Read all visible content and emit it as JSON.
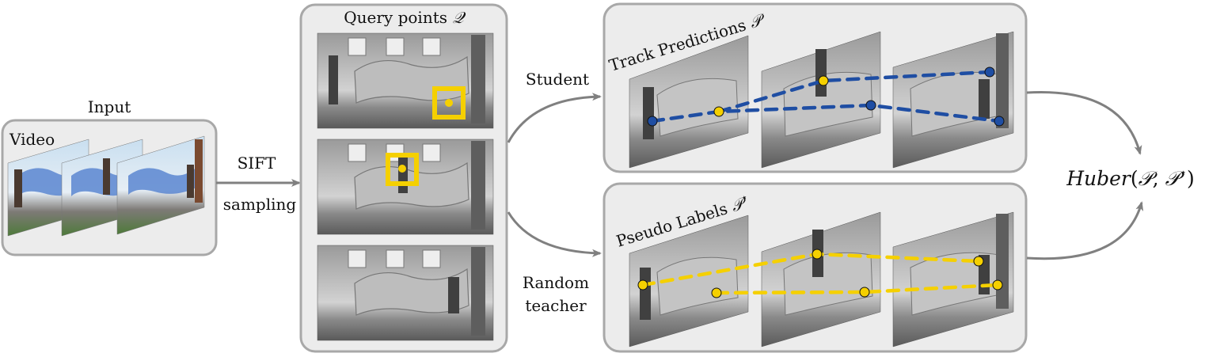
{
  "input": {
    "title": "Input",
    "video_label": "Video"
  },
  "sampling": {
    "line1": "SIFT",
    "line2": "sampling"
  },
  "query": {
    "title_text": "Query points ",
    "title_symbol": "𝒬"
  },
  "branches": {
    "student": "Student",
    "teacher_line1": "Random",
    "teacher_line2": "teacher"
  },
  "track": {
    "title_text": "Track Predictions ",
    "title_symbol": "𝒫"
  },
  "pseudo": {
    "title_text": "Pseudo Labels ",
    "title_symbol": "𝒫",
    "title_sup": "⋆"
  },
  "loss": {
    "name": "Huber",
    "open": "(",
    "arg1": "𝒫",
    "comma": ", ",
    "arg2": "𝒫",
    "arg2_sup": "⋆",
    "close": ")"
  },
  "colors": {
    "panel_fill": "#ececec",
    "panel_stroke": "#a8a8a8",
    "arrow": "#808080",
    "student_track": "#1f4ea3",
    "teacher_track": "#f5d000",
    "query_box": "#f5d000"
  }
}
